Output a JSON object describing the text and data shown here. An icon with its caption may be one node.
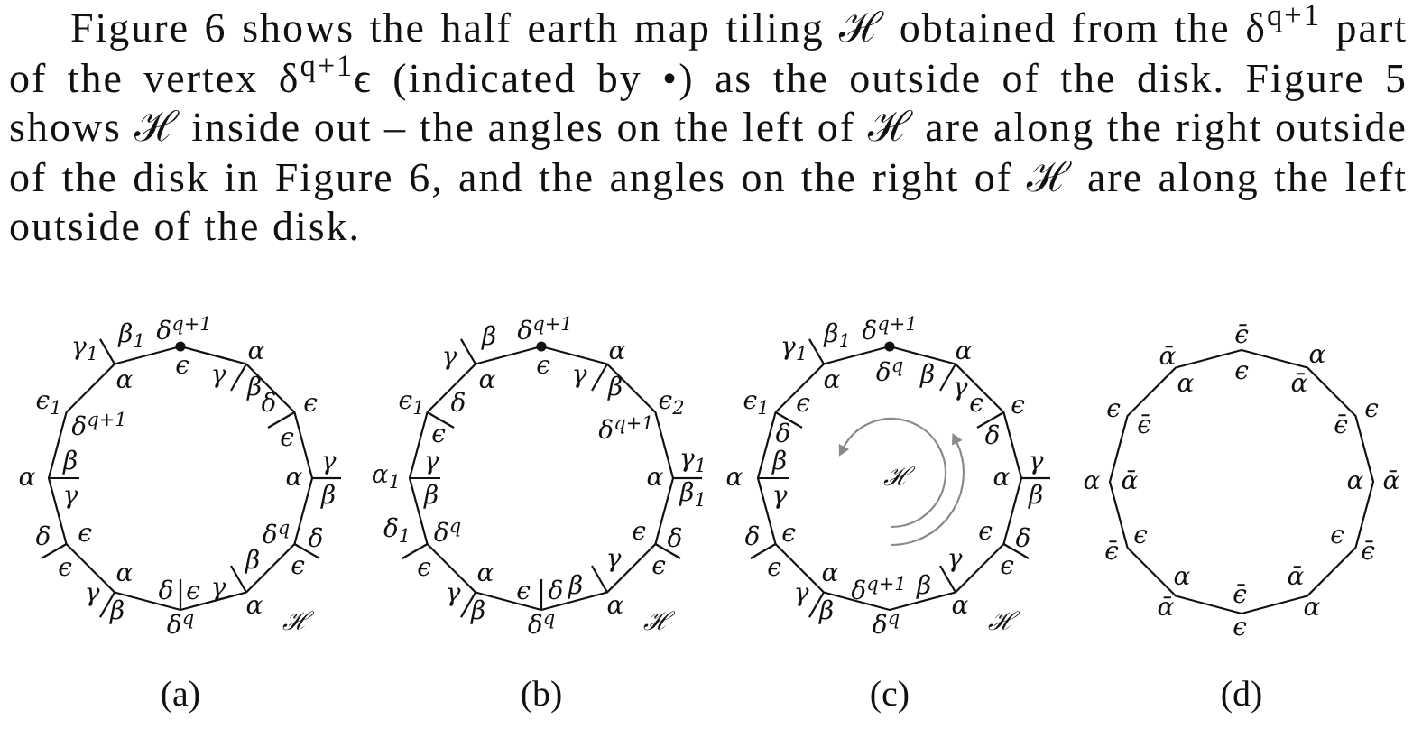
{
  "diagram": {
    "nodes": [
      {
        "text": [
          "γ$_{1}$",
          "β$_{1}$",
          "δ$^{q+1}$",
          "α",
          "α",
          "ϵ",
          "γ",
          "β",
          "ϵ$_{1}$",
          "δ$^{q+1}$",
          "δ",
          "ϵ",
          "ϵ",
          "β",
          "γ",
          "α",
          "α",
          "γ",
          "β",
          "δ",
          "ϵ",
          "δ$^{q}$",
          "δ",
          "ϵ",
          "α",
          "β",
          "ϵ",
          "γ",
          "δ",
          "ϵ",
          "γ",
          "β",
          "δ$^{q}$",
          "α",
          "ℋ"
        ],
        "beside": [
          "(a)"
        ]
      },
      {
        "text": [
          "γ",
          "β",
          "δ$^{q+1}$",
          "α",
          "α",
          "ϵ",
          "γ",
          "β",
          "ϵ$_{1}$",
          "δ",
          "δ$^{q+1}$",
          "ϵ$_{2}$",
          "ϵ",
          "γ",
          "γ$_{1}$",
          "α$_{1}$",
          "α",
          "β",
          "β$_{1}$",
          "δ$_{1}$",
          "δ$^{q}$",
          "ϵ",
          "δ",
          "ϵ",
          "α",
          "γ",
          "ϵ",
          "γ",
          "ϵ",
          "δ",
          "β",
          "β",
          "δ$^{q}$",
          "α",
          "ℋ"
        ],
        "beside": [
          "(b)"
        ]
      },
      {
        "text": [
          "γ$_{1}$",
          "β$_{1}$",
          "δ$^{q+1}$",
          "α",
          "α",
          "δ$^{q}$",
          "β",
          "γ",
          "ϵ$_{1}$",
          "ϵ",
          "ϵ",
          "ϵ",
          "δ",
          "δ",
          "β",
          "γ",
          "α",
          "ℋ",
          "α",
          "γ",
          "β",
          "δ",
          "ϵ",
          "ϵ",
          "δ",
          "ϵ",
          "α",
          "γ",
          "ϵ",
          "γ",
          "δ$^{q+1}$",
          "β",
          "β",
          "δ$^{q}$",
          "α",
          "ℋ"
        ],
        "beside": [
          "(c)"
        ]
      },
      {
        "text": [
          "ᾱ",
          "ϵ̄",
          "α",
          "α",
          "ϵ",
          "ᾱ",
          "ϵ",
          "ϵ̄",
          "ϵ̄",
          "ϵ",
          "α",
          "ᾱ",
          "α",
          "ᾱ",
          "ϵ̄",
          "ϵ",
          "ϵ",
          "ϵ̄",
          "α",
          "ᾱ",
          "ᾱ",
          "ϵ̄",
          "α",
          "ϵ"
        ],
        "beside": [
          "(d)"
        ]
      }
    ],
    "labels": [
      "Figure 6 shows the half earth map tiling ℋ obtained from the δ$^{q+1}$ part of the vertex δ$^{q+1}$ϵ (indicated by •) as the outside of the disk. Figure 5 shows ℋ inside out – the angles on the left of ℋ are along the right outside of the disk in Figure 6, and the angles on the right of ℋ are along the left outside of the disk."
    ]
  }
}
